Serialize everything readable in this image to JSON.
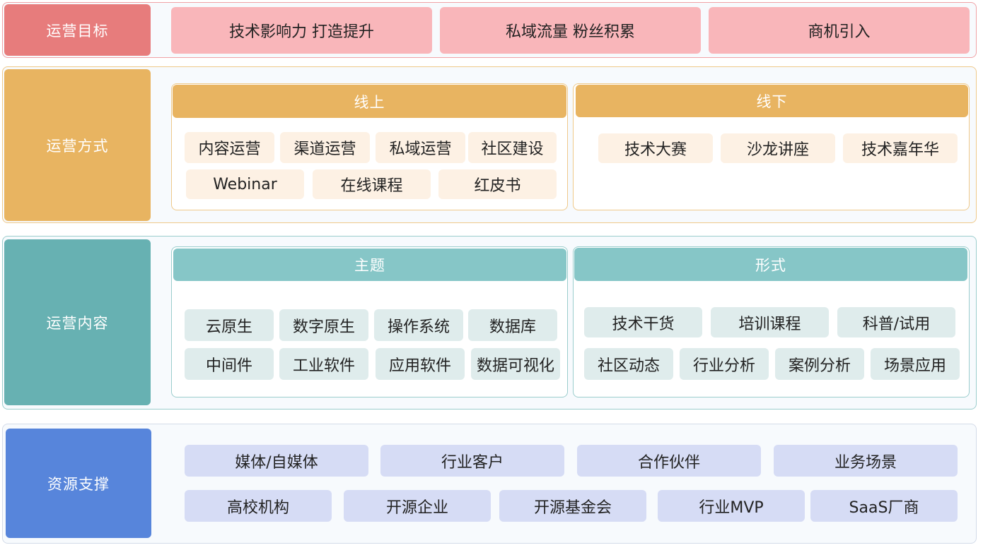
{
  "colors": {
    "goals": "#e77c7c",
    "goals_pill": "#f9b6ba",
    "goals_border": "#f0a2a6",
    "methods": "#e8b461",
    "methods_pill": "#fdf1e4",
    "methods_border": "#efc98a",
    "content": "#67b1b2",
    "content_head": "#86c6c7",
    "content_pill": "#dfecec",
    "content_border": "#9bcdcd",
    "resources": "#5785db",
    "resources_pill": "#d6dcf5",
    "resources_border": "#d3dbe8"
  },
  "goals": {
    "label": "运营目标",
    "items": [
      "技术影响力 打造提升",
      "私域流量 粉丝积累",
      "商机引入"
    ]
  },
  "methods": {
    "label": "运营方式",
    "online": {
      "title": "线上",
      "row1": [
        "内容运营",
        "渠道运营",
        "私域运营",
        "社区建设"
      ],
      "row2": [
        "Webinar",
        "在线课程",
        "红皮书"
      ]
    },
    "offline": {
      "title": "线下",
      "items": [
        "技术大赛",
        "沙龙讲座",
        "技术嘉年华"
      ]
    }
  },
  "content": {
    "label": "运营内容",
    "themes": {
      "title": "主题",
      "row1": [
        "云原生",
        "数字原生",
        "操作系统",
        "数据库"
      ],
      "row2": [
        "中间件",
        "工业软件",
        "应用软件",
        "数据可视化"
      ]
    },
    "formats": {
      "title": "形式",
      "row1": [
        "技术干货",
        "培训课程",
        "科普/试用"
      ],
      "row2": [
        "社区动态",
        "行业分析",
        "案例分析",
        "场景应用"
      ]
    }
  },
  "resources": {
    "label": "资源支撑",
    "row1": [
      "媒体/自媒体",
      "行业客户",
      "合作伙伴",
      "业务场景"
    ],
    "row2": [
      "高校机构",
      "开源企业",
      "开源基金会",
      "行业MVP",
      "SaaS厂商"
    ]
  }
}
